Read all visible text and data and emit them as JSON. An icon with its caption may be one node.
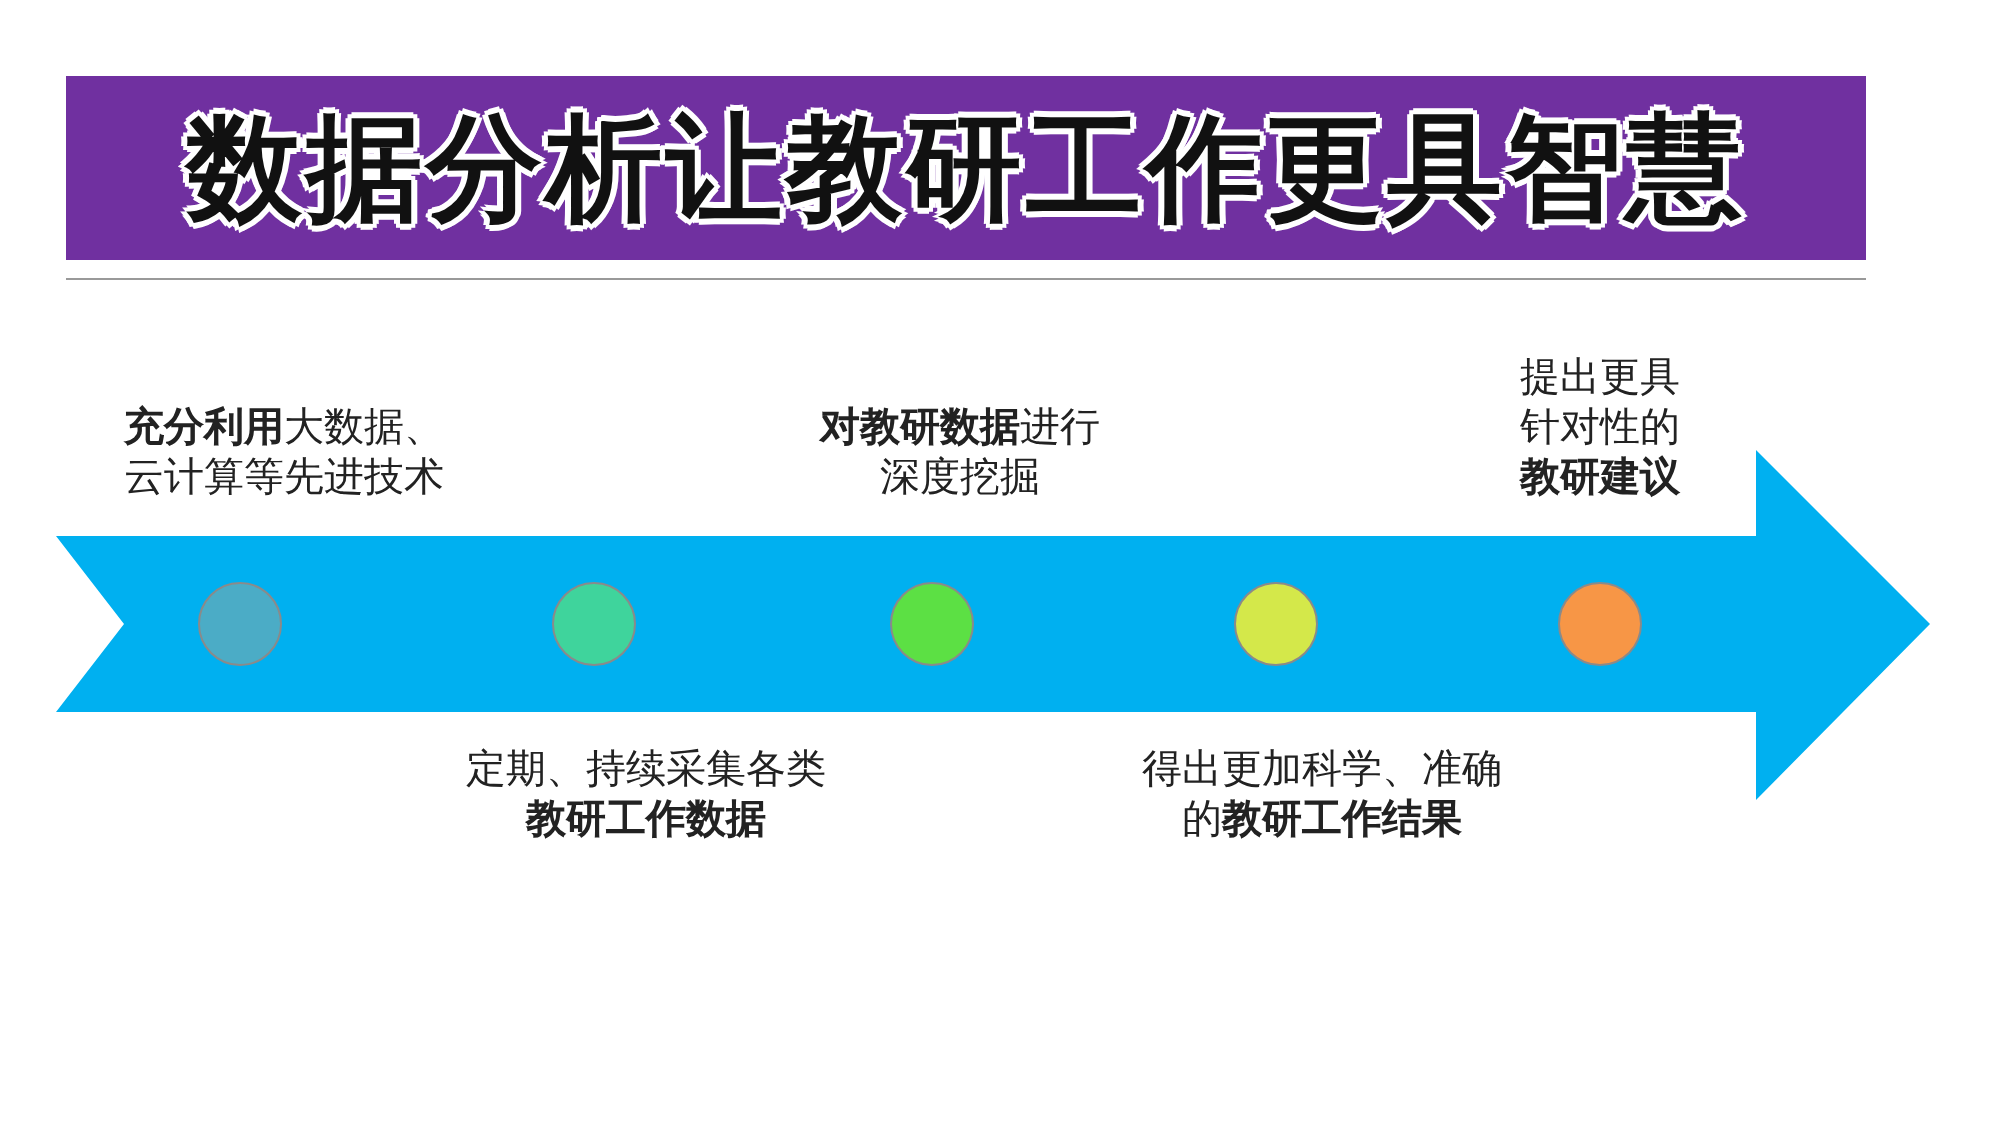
{
  "diagram": {
    "title": "数据分析让教研工作**更具智慧**",
    "nodes": [
      {
        "text": [],
        "shape": "circle",
        "beside": [
          "**充分利用**大数据、云计算等先进技术"
        ]
      },
      {
        "text": [],
        "shape": "circle",
        "beside": [
          "定期、持续采集各类**教研工作数据**"
        ]
      },
      {
        "text": [],
        "shape": "circle",
        "beside": [
          "**对教研数据**进行深度挖掘"
        ]
      },
      {
        "text": [],
        "shape": "circle",
        "beside": [
          "得出更加科学、准确的**教研工作结果**"
        ]
      },
      {
        "text": [],
        "shape": "circle",
        "beside": [
          "提出更具针对性的**教研建议**"
        ]
      }
    ]
  }
}
